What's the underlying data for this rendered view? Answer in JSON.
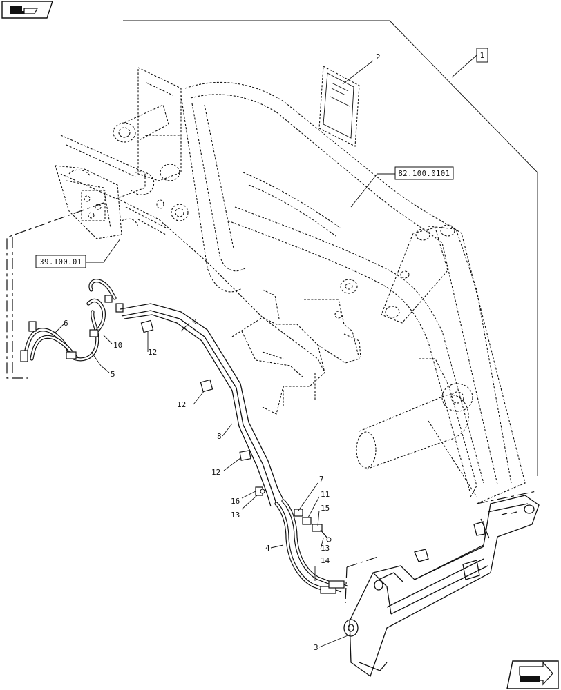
{
  "icons": {
    "top_left": "catalog-book-icon",
    "bottom_right": "next-page-arrow-icon"
  },
  "references": {
    "assembly": "1",
    "boom": "82.100.0101",
    "valve": "39.100.01"
  },
  "callouts": {
    "p2": "2",
    "p3": "3",
    "p4": "4",
    "p5": "5",
    "p6": "6",
    "p7": "7",
    "p8": "8",
    "p9": "9",
    "p10": "10",
    "p11": "11",
    "p12a": "12",
    "p12b": "12",
    "p12c": "12",
    "p13a": "13",
    "p13b": "13",
    "p14": "14",
    "p15": "15",
    "p16": "16"
  }
}
